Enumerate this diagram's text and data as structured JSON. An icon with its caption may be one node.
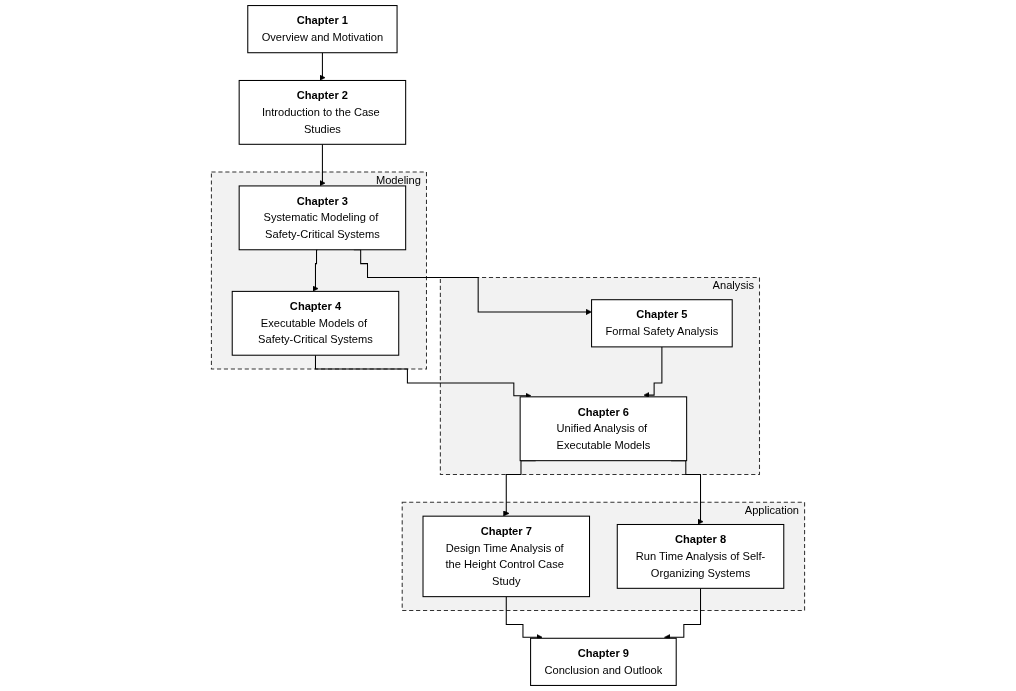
{
  "diagram": {
    "nodes": [
      {
        "text": [
          "Chapter 1",
          "Overview and Motivation"
        ]
      },
      {
        "text": [
          "Chapter 2",
          "Introduction to the Case Studies"
        ]
      },
      {
        "text": [
          "Modeling"
        ]
      },
      {
        "text": [
          "Chapter 3",
          "Systematic Modeling of Safety-Critical Systems"
        ],
        "in": 2
      },
      {
        "text": [
          "Chapter 4",
          "Executable Models of Safety-Critical Systems"
        ],
        "in": 2
      },
      {
        "text": [
          "Analysis"
        ]
      },
      {
        "text": [
          "Chapter 6",
          "Unified Analysis of Executable Models"
        ],
        "in": 5
      },
      {
        "text": [
          "Chapter 5",
          "Formal Safety Analysis"
        ],
        "in": 5
      },
      {
        "text": [
          "Application"
        ]
      },
      {
        "text": [
          "Chapter 7",
          "Design Time Analysis of the Height Control Case Study"
        ],
        "in": 8
      },
      {
        "text": [
          "Chapter 8",
          "Run Time Analysis of Self-Organizing Systems"
        ],
        "in": 8
      },
      {
        "text": [
          "Chapter 9",
          "Conclusion and Outlook"
        ]
      }
    ],
    "edges": [
      {
        "from": 0,
        "to": 1,
        "arrow": "to"
      },
      {
        "from": 1,
        "to": 3,
        "arrow": "to"
      },
      {
        "from": 3,
        "to": 4,
        "arrow": "to"
      },
      {
        "from": 3,
        "to": 7,
        "arrow": "to"
      },
      {
        "from": 4,
        "to": 6,
        "arrow": "to"
      },
      {
        "from": 7,
        "to": 6,
        "arrow": "to"
      },
      {
        "from": 6,
        "to": 9,
        "arrow": "to"
      },
      {
        "from": 6,
        "to": 10,
        "arrow": "to"
      },
      {
        "from": 9,
        "to": 11,
        "arrow": "to"
      },
      {
        "from": 10,
        "to": 11,
        "arrow": "to"
      }
    ]
  }
}
